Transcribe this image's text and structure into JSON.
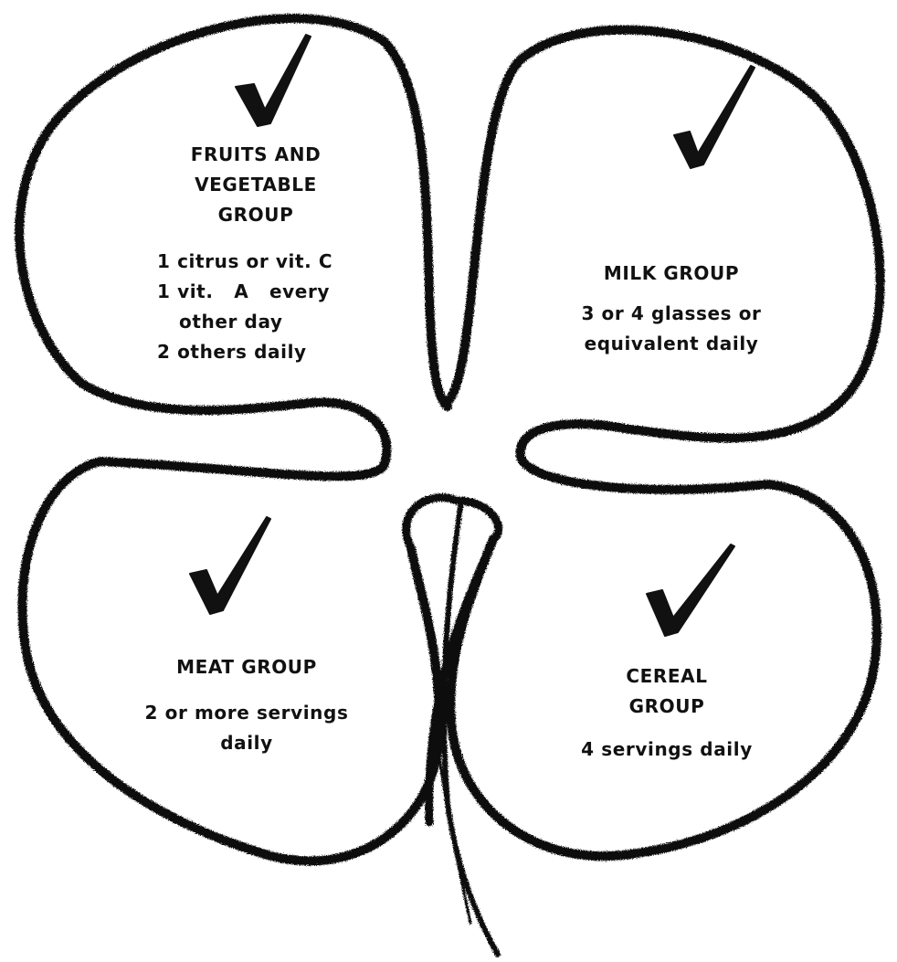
{
  "colors": {
    "ink": "#111111",
    "paper": "#ffffff"
  },
  "icons": [
    "check-mark-icon"
  ],
  "groups": {
    "fruits_vegetables": {
      "title_lines": [
        "FRUITS AND",
        "VEGETABLE",
        "GROUP"
      ],
      "items": [
        "1 citrus or vit. C",
        "1 vit.   A   every",
        "other day",
        "2 others daily"
      ]
    },
    "milk": {
      "title": "MILK GROUP",
      "servings_lines": [
        "3 or 4 glasses or",
        "equivalent daily"
      ]
    },
    "meat": {
      "title": "MEAT GROUP",
      "servings_lines": [
        "2 or more servings",
        "daily"
      ]
    },
    "cereal": {
      "title_lines": [
        "CEREAL",
        "GROUP"
      ],
      "servings": "4 servings daily"
    }
  }
}
